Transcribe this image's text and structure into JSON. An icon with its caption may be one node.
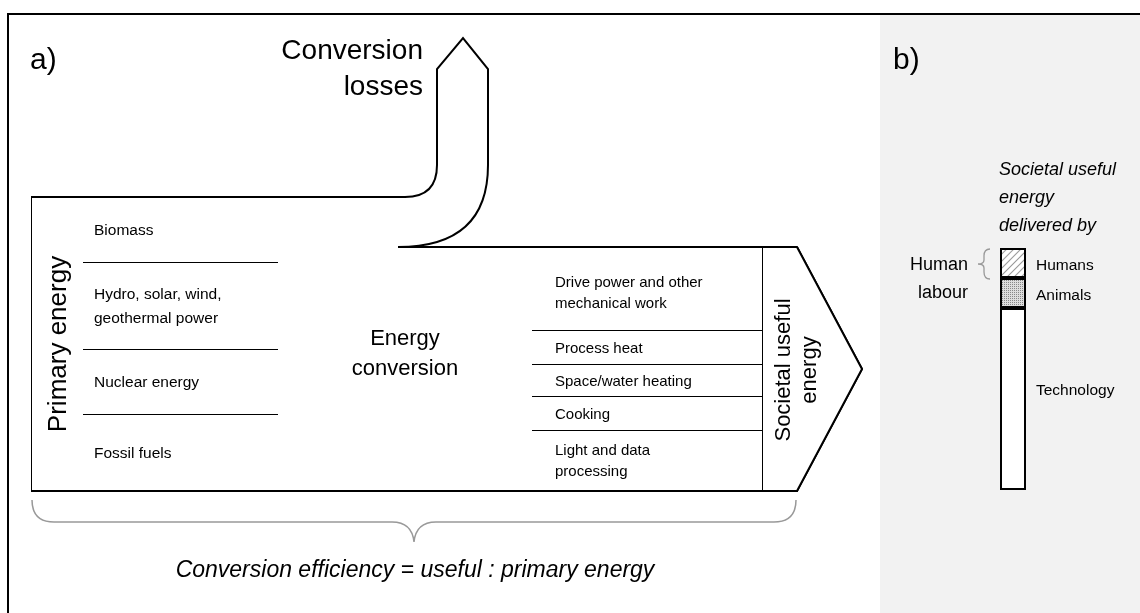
{
  "diagram": {
    "nodes": [
      {
        "text": [
          "Conversion losses"
        ]
      },
      {
        "text": [
          "Primary energy"
        ],
        "in": 0
      },
      {
        "text": [
          "Biomass"
        ],
        "in": 0
      },
      {
        "text": [
          "Hydro, solar, wind, geothermal power"
        ],
        "in": 0
      },
      {
        "text": [
          "Nuclear energy"
        ],
        "in": 0
      },
      {
        "text": [
          "Fossil fuels"
        ],
        "in": 0
      },
      {
        "text": [
          "Energy conversion"
        ],
        "in": 0
      },
      {
        "text": [
          "Drive power and other mechanical work"
        ],
        "in": 0
      },
      {
        "text": [
          "Process heat"
        ],
        "in": 0
      },
      {
        "text": [
          "Space/water heating"
        ],
        "in": 0
      },
      {
        "text": [
          "Cooking"
        ],
        "in": 0
      },
      {
        "text": [
          "Light and data processing"
        ],
        "in": 0
      },
      {
        "text": [
          "Societal useful energy"
        ],
        "in": 0
      },
      {
        "text": [],
        "shape": "box",
        "beside": [
          "Humans"
        ]
      },
      {
        "text": [],
        "shape": "box",
        "beside": [
          "Animals"
        ]
      },
      {
        "text": [],
        "shape": "box",
        "beside": [
          "Technology"
        ]
      }
    ],
    "labels": [
      "a)",
      "b)",
      "Societal useful energy delivered by",
      "Human labour",
      "Conversion efficiency = useful : primary energy"
    ]
  }
}
